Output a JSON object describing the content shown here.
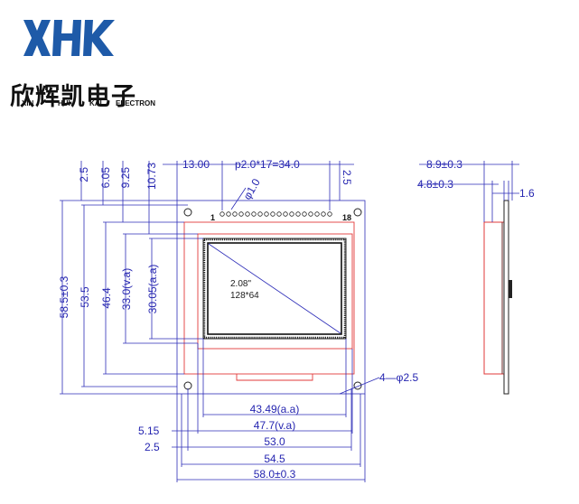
{
  "logo": {
    "letters": "XHK",
    "brand_cn": "欣辉凯电子",
    "brand_en": [
      "XIN",
      "HUI",
      "KAI",
      "ELECTRON"
    ],
    "color": "#1e5aa8"
  },
  "front_view": {
    "top_dims": {
      "left_offset": "13.00",
      "pitch": "p2.0*17=34.0",
      "right_offset": "2.5",
      "pin_hole": "φ1.0"
    },
    "left_dims": [
      "2.5",
      "6.05",
      "9.25",
      "10.73"
    ],
    "height_dims": [
      "58.5±0.3",
      "53.5",
      "46.4",
      "33.0(v.a)",
      "30.05(a.a)"
    ],
    "pin_first": "1",
    "pin_last": "18",
    "mount_holes": "4—φ2.5",
    "display_size": "2.08\"",
    "resolution": "128*64",
    "bottom_dims": [
      "43.49(a.a)",
      "47.7(v.a)",
      "53.0",
      "54.5",
      "58.0±0.3"
    ],
    "bottom_left_dims": [
      "5.15",
      "2.5"
    ]
  },
  "side_view": {
    "dims": [
      "8.9±0.3",
      "4.8±0.3",
      "1.6"
    ]
  },
  "colors": {
    "dimension": "#2d2db8",
    "outline_red": "#e23a3a",
    "panel": "#222222"
  }
}
